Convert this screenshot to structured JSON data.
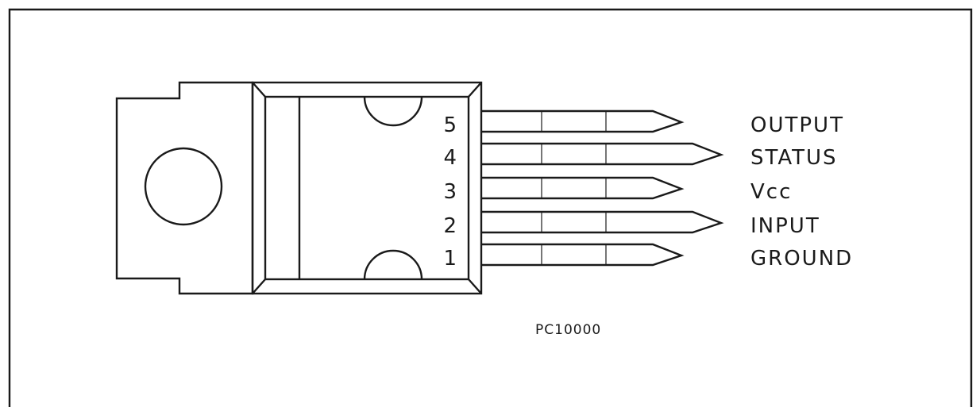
{
  "diagram": {
    "reference": "PC10000",
    "pins": [
      {
        "number": "5",
        "label": "OUTPUT"
      },
      {
        "number": "4",
        "label": "STATUS"
      },
      {
        "number": "3",
        "label": "Vcc"
      },
      {
        "number": "2",
        "label": "INPUT"
      },
      {
        "number": "1",
        "label": "GROUND"
      }
    ]
  }
}
